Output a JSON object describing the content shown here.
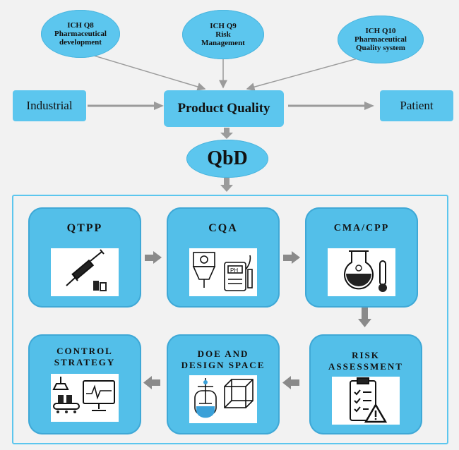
{
  "top": {
    "q8": [
      "ICH Q8",
      "Pharmaceutical",
      "development"
    ],
    "q9": [
      "ICH Q9",
      "Risk",
      "Management"
    ],
    "q10": [
      "ICH Q10",
      "Pharmaceutical",
      "Quality system"
    ]
  },
  "flow": {
    "industrial": "Industrial",
    "product_quality": "Product Quality",
    "patient": "Patient",
    "qbd": "QbD"
  },
  "cards": {
    "qtpp": "QTPP",
    "cqa": "CQA",
    "cma_cpp": "CMA/CPP",
    "risk": [
      "RISK",
      "ASSESSMENT"
    ],
    "doe": [
      "DOE AND",
      "DESIGN SPACE"
    ],
    "control": [
      "CONTROL",
      "STRATEGY"
    ],
    "ph_label": "PH"
  },
  "colors": {
    "box": "#5cc6ee",
    "arrow": "#9b9b9b",
    "background": "#f2f2f2"
  },
  "icons": [
    "syringe-icon",
    "ph-meter-icon",
    "flask-thermometer-icon",
    "checklist-warning-icon",
    "reactor-design-space-icon",
    "robot-monitor-icon"
  ]
}
